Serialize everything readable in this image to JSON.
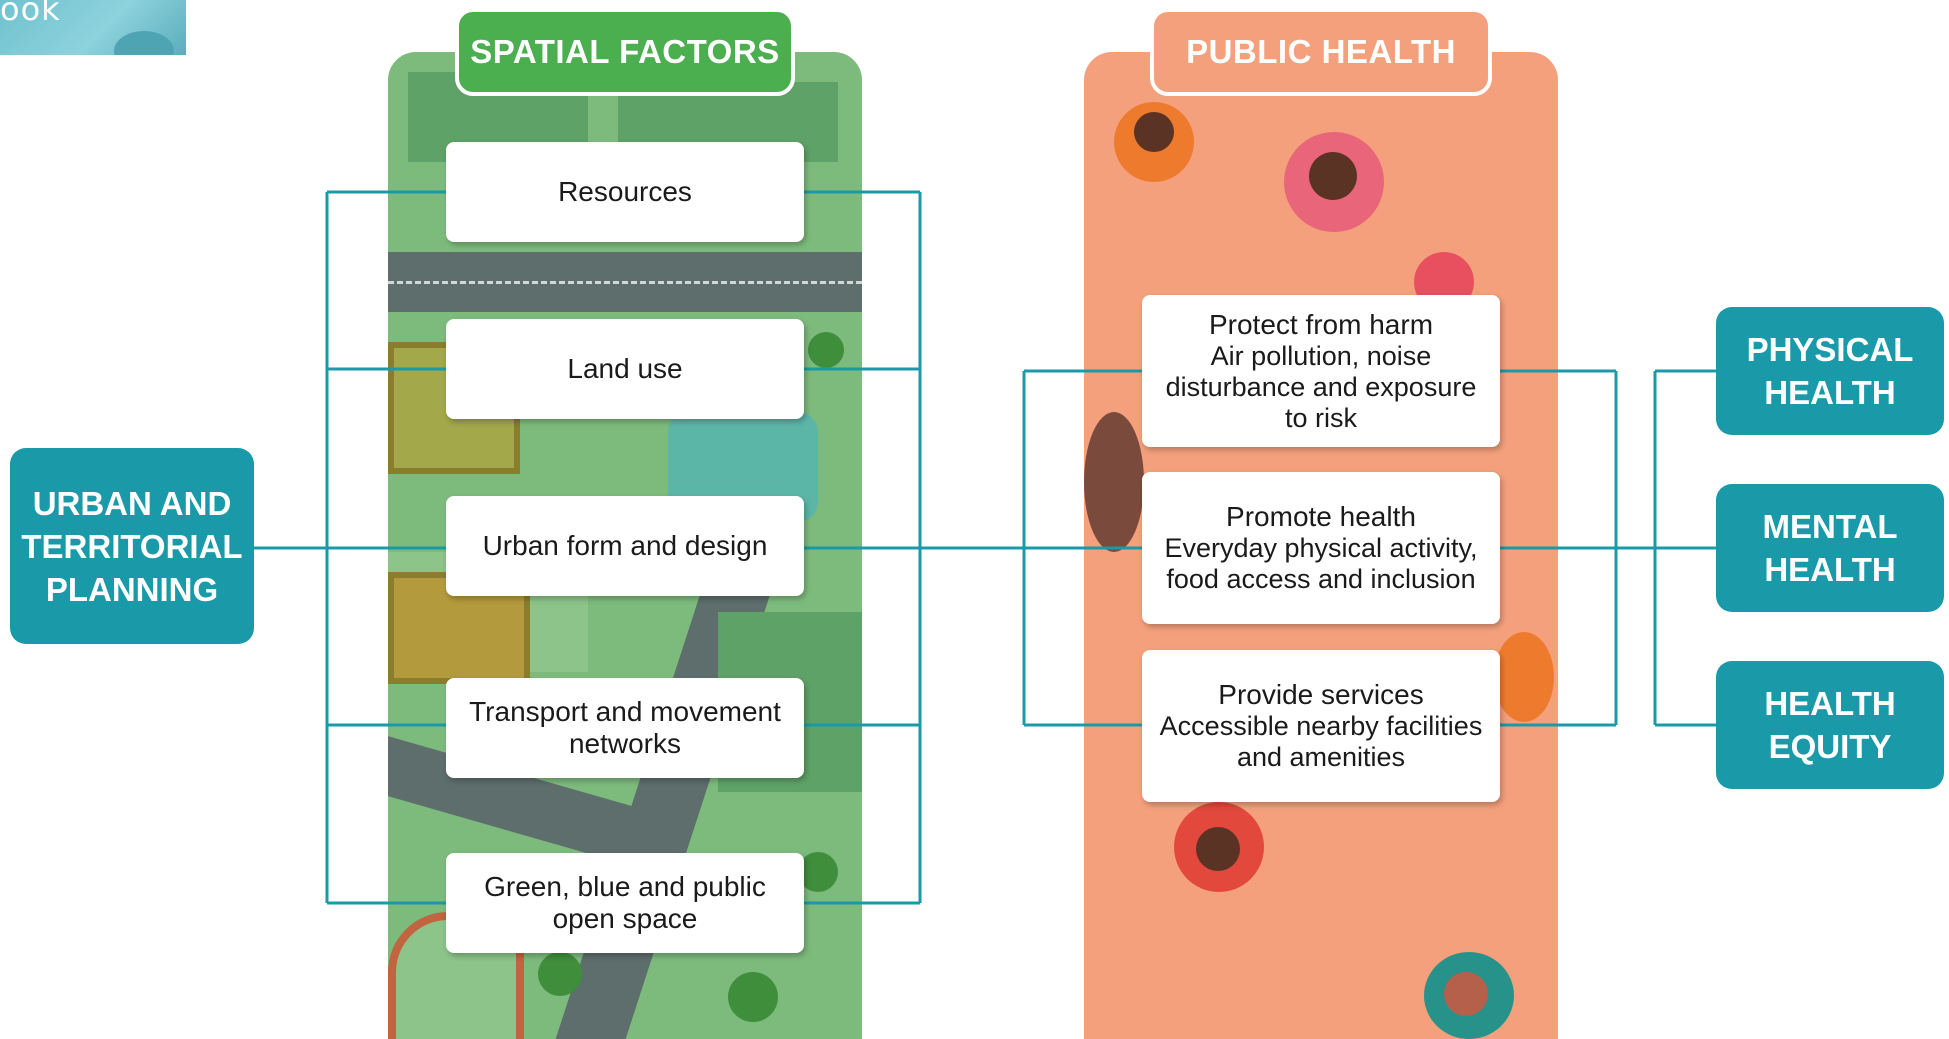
{
  "logo": {
    "text": "ook"
  },
  "planning": {
    "label": "URBAN AND\nTERRITORIAL\nPLANNING"
  },
  "spatial": {
    "header": "SPATIAL FACTORS",
    "items": [
      "Resources",
      "Land use",
      "Urban form and design",
      "Transport and movement networks",
      "Green, blue and public open space"
    ]
  },
  "health": {
    "header": "PUBLIC HEALTH",
    "items": [
      {
        "title": "Protect from harm",
        "desc": "Air pollution, noise disturbance and exposure to risk"
      },
      {
        "title": "Promote health",
        "desc": "Everyday physical activity, food access and inclusion"
      },
      {
        "title": "Provide services",
        "desc": "Accessible nearby facilities and amenities"
      }
    ]
  },
  "outcomes": [
    "PHYSICAL\nHEALTH",
    "MENTAL\nHEALTH",
    "HEALTH\nEQUITY"
  ],
  "colors": {
    "teal": "#1a9aa8",
    "spatial_green": "#4bae4f",
    "map_green": "#7dbb7d",
    "health_salmon": "#f4a07c",
    "connector": "#1a9aa8"
  }
}
